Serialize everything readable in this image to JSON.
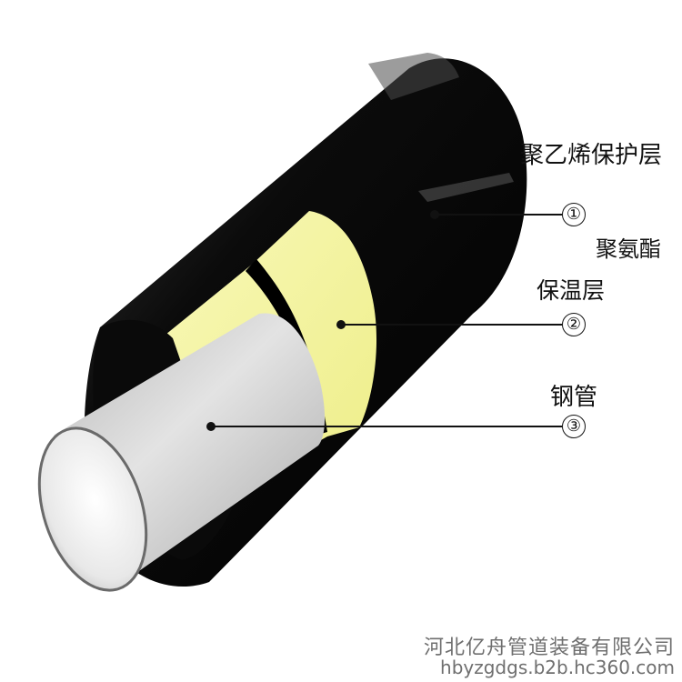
{
  "colors": {
    "jacket": "#000000",
    "insulation": "#f4f4a0",
    "steel": "#d6d6d6",
    "text": "#111111",
    "watermark": "#6f6f6f"
  },
  "layers": [
    {
      "number": "①",
      "label": "聚乙烯保护层"
    },
    {
      "number": "②",
      "label_line1": "聚氨酯",
      "label_line2": "保温层"
    },
    {
      "number": "③",
      "label": "钢管"
    }
  ],
  "watermark": {
    "company": "河北亿舟管道装备有限公司",
    "url": "hbyzgdgs.b2b.hc360.com"
  }
}
